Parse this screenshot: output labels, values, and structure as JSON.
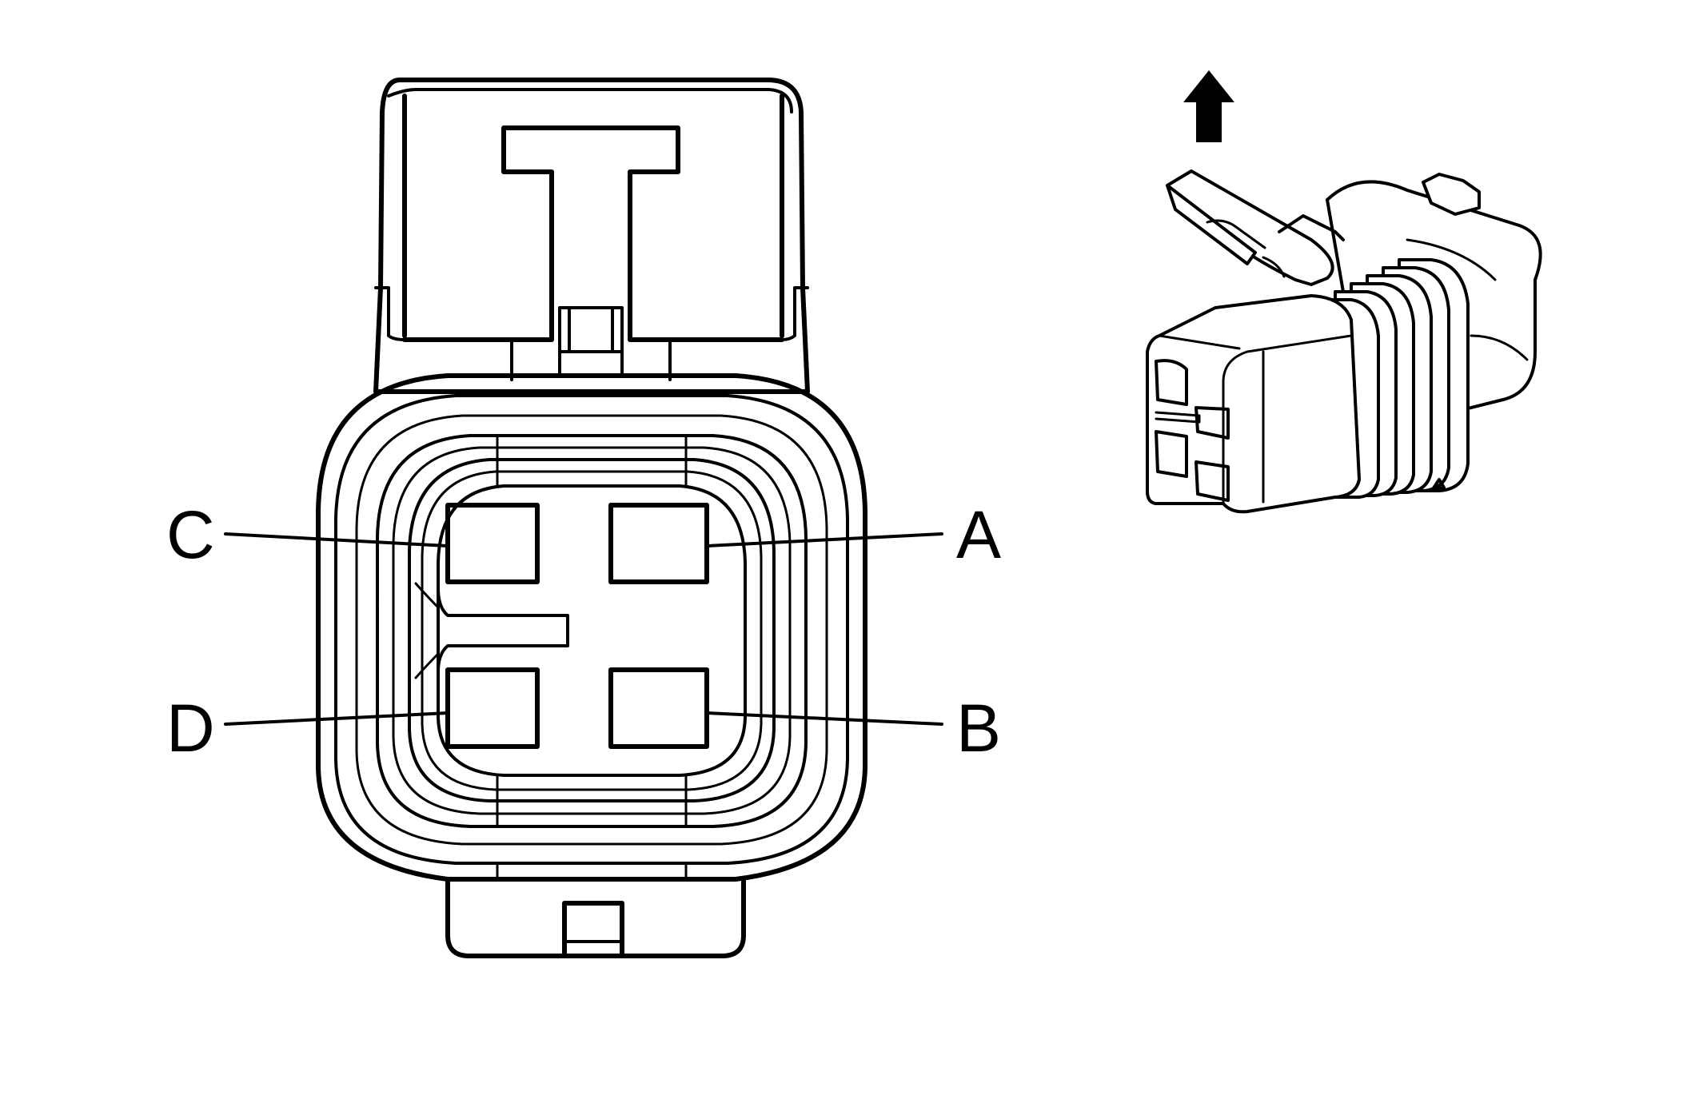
{
  "figure": {
    "colors": {
      "line": "#000000",
      "background": "#ffffff"
    },
    "front_view": {
      "pins": [
        {
          "id": "A",
          "label": "A"
        },
        {
          "id": "B",
          "label": "B"
        },
        {
          "id": "C",
          "label": "C"
        },
        {
          "id": "D",
          "label": "D"
        }
      ]
    },
    "iso_view": {
      "arrow_icon": "up-arrow-icon",
      "pin_count": 4
    }
  }
}
